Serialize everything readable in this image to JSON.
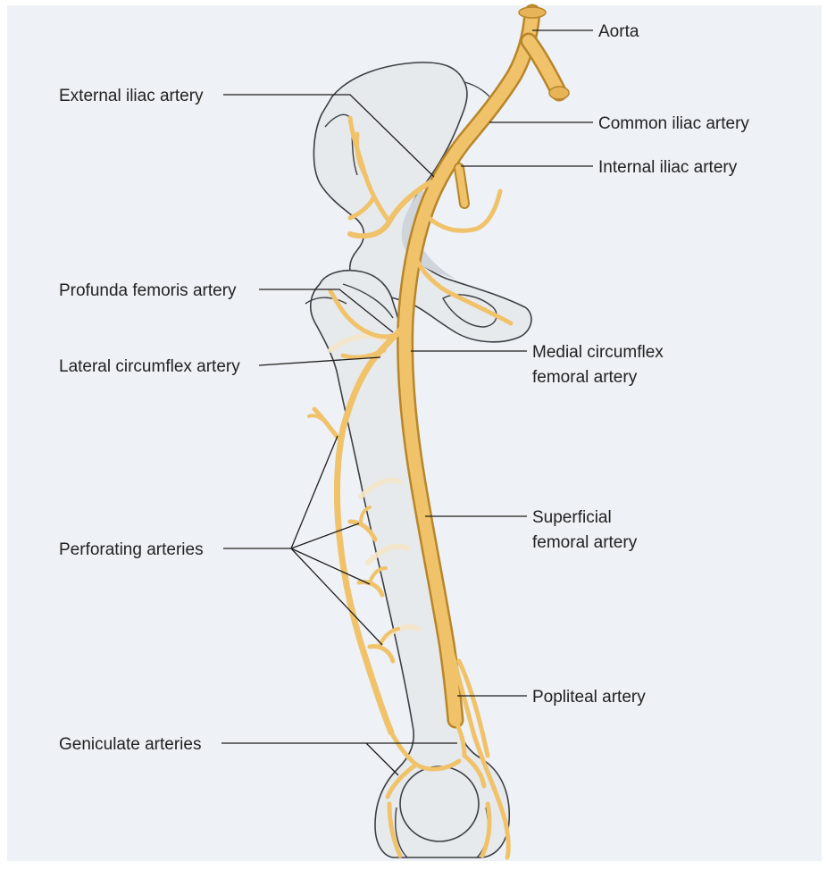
{
  "colors": {
    "background": "#eef1f5",
    "artery_fill": "#f0c26a",
    "artery_outline": "#b8862a",
    "bone_fill": "#e7eaed",
    "bone_outline": "#3c3f44"
  },
  "labels": {
    "aorta": "Aorta",
    "common_iliac": "Common iliac artery",
    "internal_iliac": "Internal iliac artery",
    "external_iliac": "External iliac artery",
    "profunda_femoris": "Profunda femoris artery",
    "lateral_circumflex": "Lateral circumflex artery",
    "medial_circumflex_line1": "Medial circumflex",
    "medial_circumflex_line2": "femoral artery",
    "perforating": "Perforating arteries",
    "superficial_femoral_line1": "Superficial",
    "superficial_femoral_line2": "femoral artery",
    "popliteal": "Popliteal artery",
    "geniculate": "Geniculate arteries"
  }
}
